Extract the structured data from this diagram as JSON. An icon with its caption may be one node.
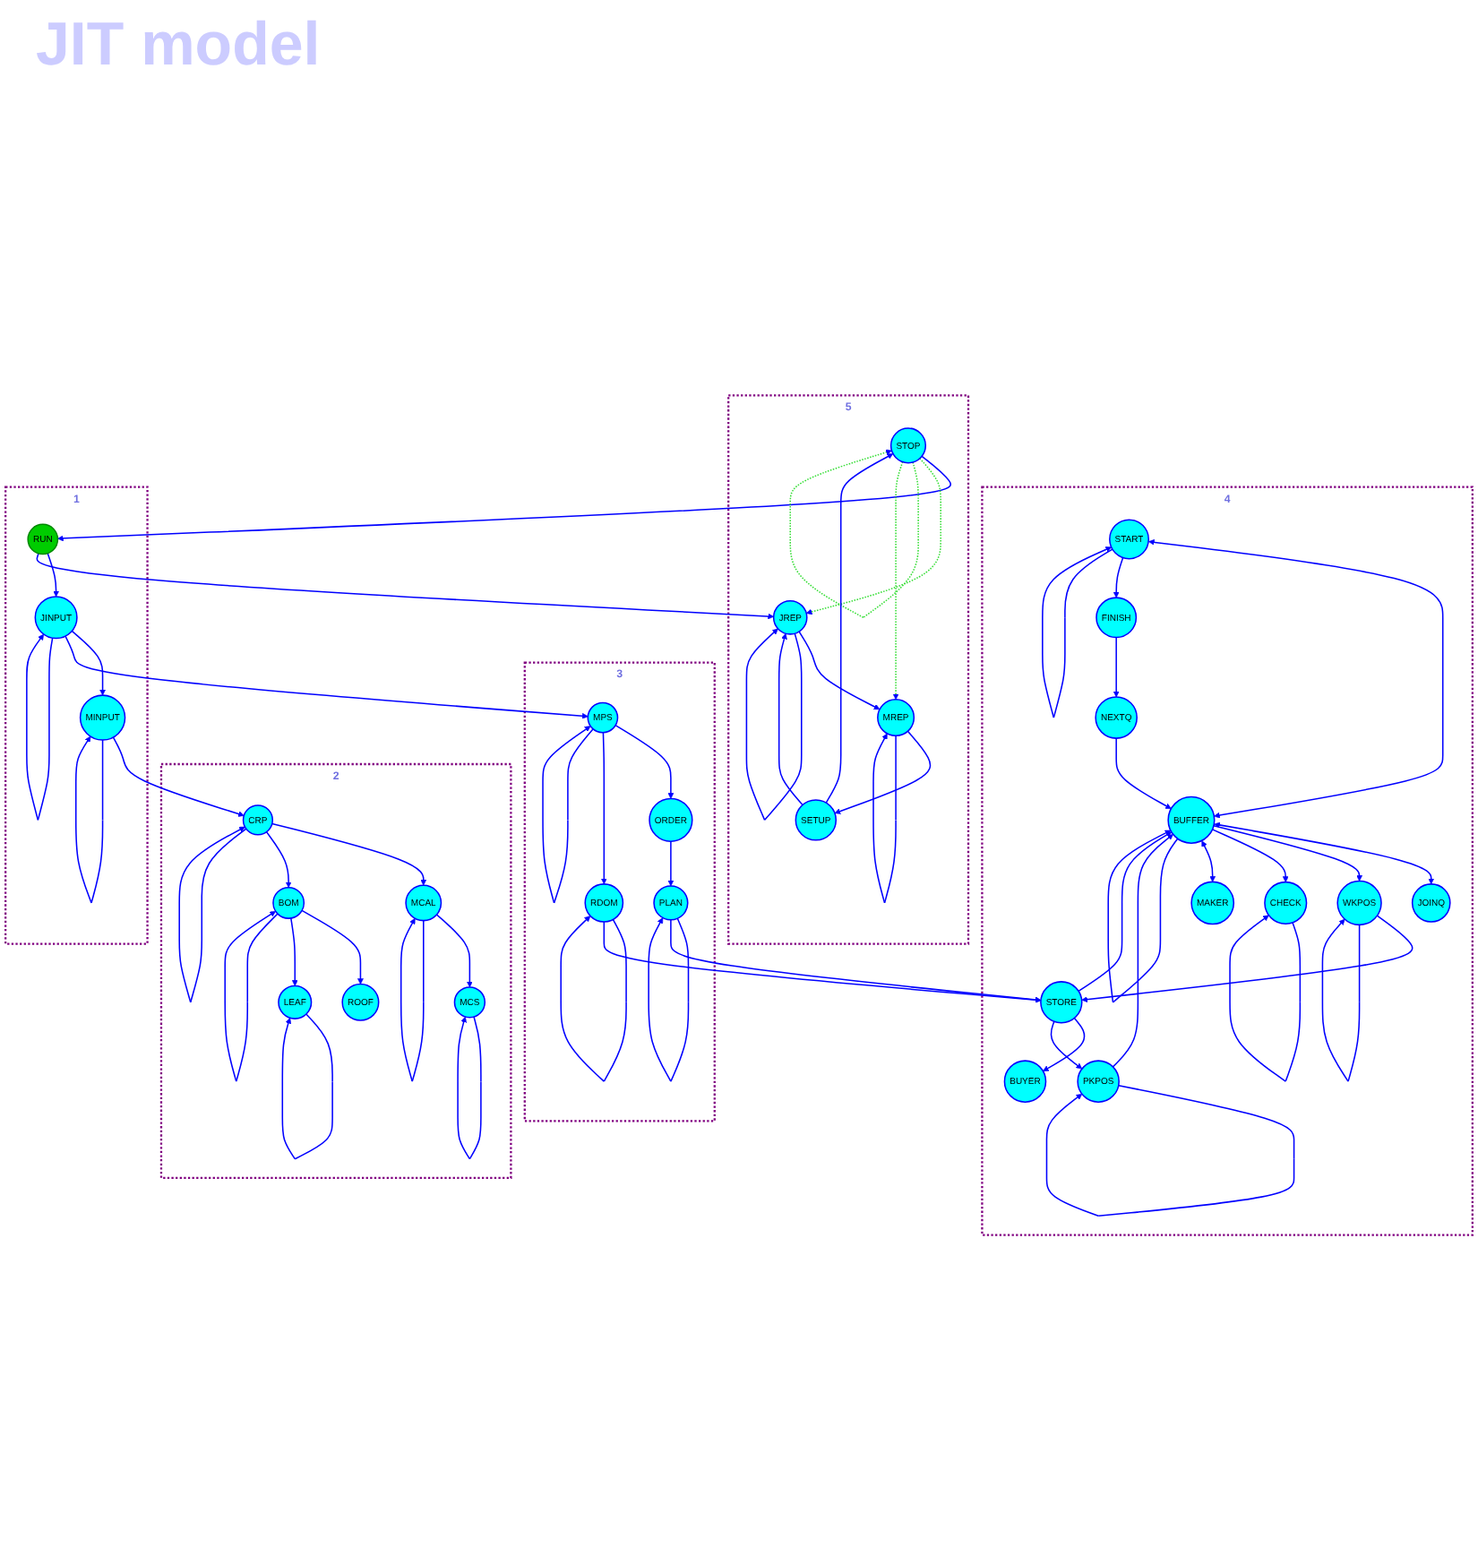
{
  "diagram": {
    "title": "JIT model",
    "nodes": [
      {
        "text": [
          "1"
        ]
      },
      {
        "text": [
          "MINPUT"
        ],
        "in": 0
      },
      {
        "text": [
          "RUN"
        ],
        "in": 0
      },
      {
        "text": [
          "JINPUT"
        ],
        "in": 0
      },
      {
        "text": [
          "2"
        ]
      },
      {
        "text": [
          "MCAL"
        ],
        "in": 4
      },
      {
        "text": [
          "MCS"
        ],
        "in": 4
      },
      {
        "text": [
          "ROOF"
        ],
        "in": 4
      },
      {
        "text": [
          "CRP"
        ],
        "in": 4
      },
      {
        "text": [
          "BOM"
        ],
        "in": 4
      },
      {
        "text": [
          "LEAF"
        ],
        "in": 4
      },
      {
        "text": [
          "3"
        ]
      },
      {
        "text": [
          "MPS"
        ],
        "in": 11
      },
      {
        "text": [
          "ORDER"
        ],
        "in": 11
      },
      {
        "text": [
          "RDOM"
        ],
        "in": 11
      },
      {
        "text": [
          "PLAN"
        ],
        "in": 11
      },
      {
        "text": [
          "5"
        ]
      },
      {
        "text": [
          "STOP"
        ],
        "in": 16
      },
      {
        "text": [
          "JREP"
        ],
        "in": 16
      },
      {
        "text": [
          "SETUP"
        ],
        "in": 16
      },
      {
        "text": [
          "MREP"
        ],
        "in": 16
      },
      {
        "text": [
          "4"
        ]
      },
      {
        "text": [
          "FINISH"
        ],
        "in": 21
      },
      {
        "text": [
          "STORE"
        ],
        "in": 21
      },
      {
        "text": [
          "BUYER"
        ],
        "in": 21
      },
      {
        "text": [
          "NEXTQ"
        ],
        "in": 21
      },
      {
        "text": [
          "JOINQ"
        ],
        "in": 21
      },
      {
        "text": [
          "WKPOS"
        ],
        "in": 21
      },
      {
        "text": [
          "PKPOS"
        ],
        "in": 21
      },
      {
        "text": [
          "CHECK"
        ],
        "in": 21
      },
      {
        "text": [
          "START"
        ],
        "in": 21
      },
      {
        "text": [
          "BUFFER"
        ],
        "in": 21
      },
      {
        "text": [
          "MAKER"
        ],
        "in": 21
      }
    ],
    "edges": [
      {
        "from": 2,
        "to": 3,
        "arrow": "to"
      },
      {
        "from": 3,
        "to": 1,
        "arrow": "to"
      },
      {
        "from": 1,
        "to": 8,
        "arrow": "to"
      },
      {
        "from": 3,
        "to": 12,
        "arrow": "to"
      },
      {
        "from": 1,
        "to": 1,
        "arrow": "to"
      },
      {
        "from": 3,
        "to": 3,
        "arrow": "to"
      },
      {
        "from": 8,
        "to": 5,
        "arrow": "to"
      },
      {
        "from": 5,
        "to": 6,
        "arrow": "to"
      },
      {
        "from": 8,
        "to": 9,
        "arrow": "to"
      },
      {
        "from": 9,
        "to": 7,
        "arrow": "to"
      },
      {
        "from": 9,
        "to": 10,
        "arrow": "to"
      },
      {
        "from": 5,
        "to": 5,
        "arrow": "to"
      },
      {
        "from": 6,
        "to": 6,
        "arrow": "to"
      },
      {
        "from": 8,
        "to": 8,
        "arrow": "to"
      },
      {
        "from": 9,
        "to": 9,
        "arrow": "to"
      },
      {
        "from": 10,
        "to": 10,
        "arrow": "to"
      },
      {
        "from": 12,
        "to": 13,
        "arrow": "to"
      },
      {
        "from": 12,
        "to": 14,
        "arrow": "to"
      },
      {
        "from": 13,
        "to": 15,
        "arrow": "to"
      },
      {
        "from": 12,
        "to": 12,
        "arrow": "to"
      },
      {
        "from": 14,
        "to": 14,
        "arrow": "to"
      },
      {
        "from": 15,
        "to": 15,
        "arrow": "to"
      },
      {
        "from": 14,
        "to": 23,
        "arrow": "to"
      },
      {
        "from": 15,
        "to": 23,
        "arrow": "to"
      },
      {
        "from": 2,
        "to": 18,
        "arrow": "to"
      },
      {
        "from": 17,
        "to": 2,
        "arrow": "to"
      },
      {
        "from": 17,
        "to": 18,
        "arrow": "to",
        "style": "dashed",
        "color": "#33dd33"
      },
      {
        "from": 17,
        "to": 17,
        "arrow": "to",
        "style": "dashed",
        "color": "#33dd33"
      },
      {
        "from": 17,
        "to": 20,
        "arrow": "to",
        "style": "dashed",
        "color": "#33dd33"
      },
      {
        "from": 19,
        "to": 17,
        "arrow": "to"
      },
      {
        "from": 19,
        "to": 18,
        "arrow": "to"
      },
      {
        "from": 18,
        "to": 20,
        "arrow": "to"
      },
      {
        "from": 20,
        "to": 19,
        "arrow": "to"
      },
      {
        "from": 18,
        "to": 18,
        "arrow": "to"
      },
      {
        "from": 20,
        "to": 20,
        "arrow": "to"
      },
      {
        "from": 23,
        "to": 24,
        "arrow": "to"
      },
      {
        "from": 27,
        "to": 23,
        "arrow": "to"
      },
      {
        "from": 23,
        "to": 28,
        "arrow": "to"
      },
      {
        "from": 23,
        "to": 31,
        "arrow": "to"
      },
      {
        "from": 22,
        "to": 25,
        "arrow": "to"
      },
      {
        "from": 25,
        "to": 31,
        "arrow": "to"
      },
      {
        "from": 31,
        "to": 26,
        "arrow": "both"
      },
      {
        "from": 31,
        "to": 27,
        "arrow": "to"
      },
      {
        "from": 31,
        "to": 29,
        "arrow": "to"
      },
      {
        "from": 28,
        "to": 31,
        "arrow": "to"
      },
      {
        "from": 30,
        "to": 31,
        "arrow": "both"
      },
      {
        "from": 31,
        "to": 32,
        "arrow": "both"
      },
      {
        "from": 30,
        "to": 22,
        "arrow": "to"
      },
      {
        "from": 27,
        "to": 27,
        "arrow": "to"
      },
      {
        "from": 28,
        "to": 28,
        "arrow": "to"
      },
      {
        "from": 29,
        "to": 29,
        "arrow": "to"
      },
      {
        "from": 30,
        "to": 30,
        "arrow": "to"
      },
      {
        "from": 31,
        "to": 31,
        "arrow": "to"
      }
    ]
  }
}
